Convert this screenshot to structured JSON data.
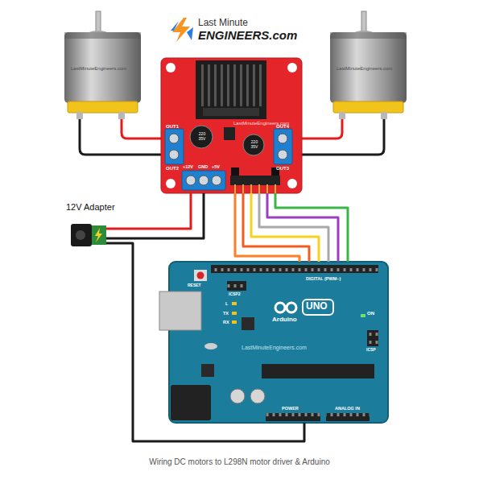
{
  "diagram": {
    "caption": "Wiring DC motors to L298N motor driver & Arduino",
    "nodes": [
      {
        "text": [
          "OUT1",
          "OUT2",
          "+12V",
          "GND",
          "+5V",
          "OUT4",
          "OUT3",
          "220 35V",
          "220 35V"
        ]
      },
      {
        "text": [
          "12V Adapter"
        ]
      },
      {
        "text": [
          "RESET",
          "ICSP2",
          "L",
          "TX",
          "RX",
          "Arduino",
          "UNO",
          "ON",
          "DIGITAL (PWM~)",
          "ICSP",
          "POWER",
          "ANALOG IN"
        ]
      }
    ],
    "edges": [
      {
        "from": 0,
        "to": 2,
        "arrow": "none"
      },
      {
        "from": 0,
        "to": 2,
        "arrow": "none"
      },
      {
        "from": 0,
        "to": 2,
        "arrow": "none"
      },
      {
        "from": 0,
        "to": 2,
        "arrow": "none"
      },
      {
        "from": 0,
        "to": 2,
        "arrow": "none"
      },
      {
        "from": 0,
        "to": 2,
        "arrow": "none"
      },
      {
        "from": 1,
        "to": 0,
        "arrow": "none"
      },
      {
        "from": 0,
        "to": 1,
        "arrow": "none"
      },
      {
        "from": 1,
        "to": 2,
        "arrow": "none"
      }
    ],
    "labels": [
      "Last Minute",
      "ENGINEERS.com",
      "LastMinuteEngineers.com",
      "LastMinuteEngineers.com",
      "LastMinuteEngineers.com",
      "LastMinuteEngineers.com"
    ]
  }
}
